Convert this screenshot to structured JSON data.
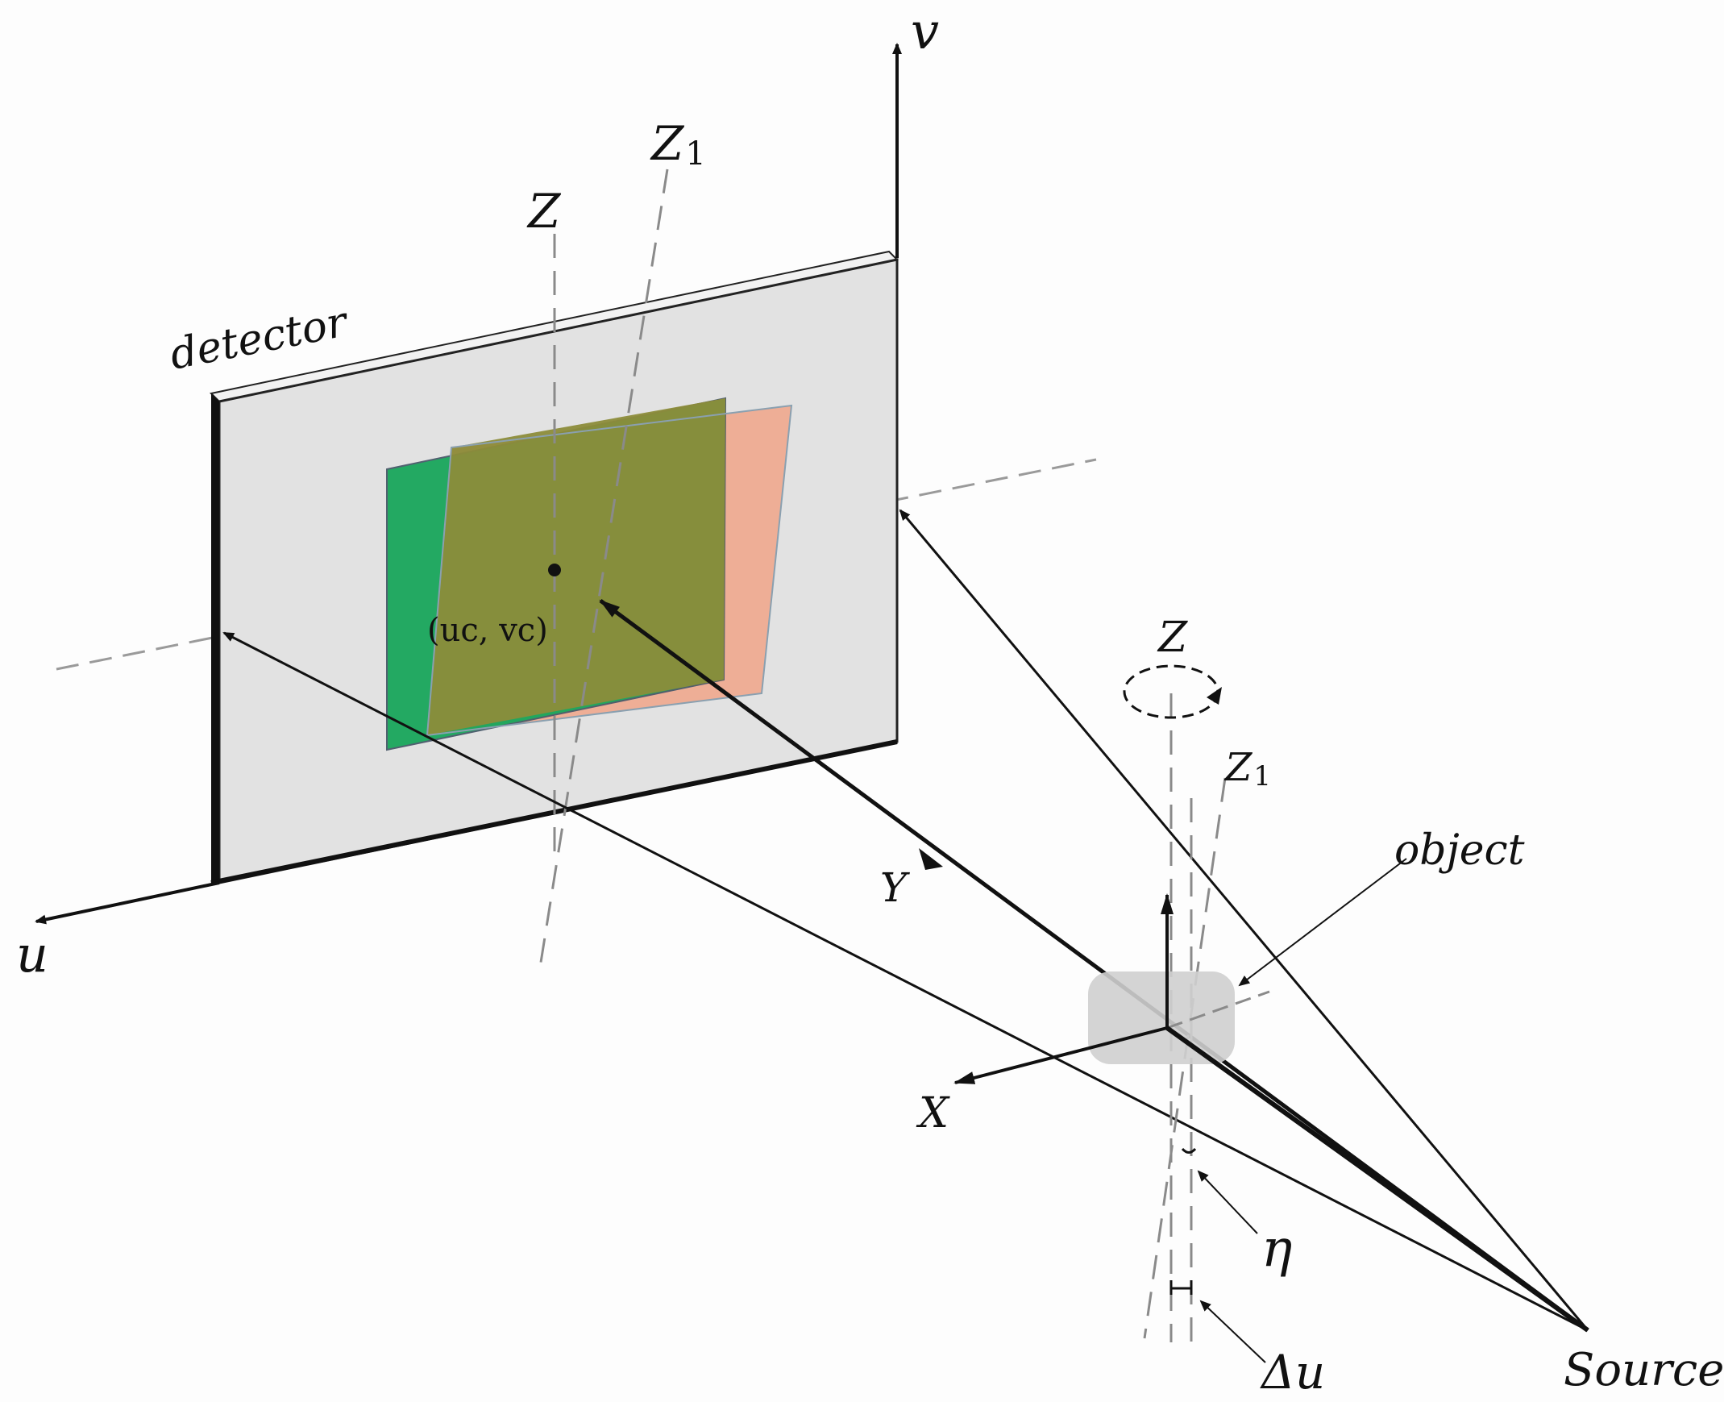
{
  "labels": {
    "v": "v",
    "u": "u",
    "z1_top": "Z",
    "z1_top_sub": "1",
    "z_top": "Z",
    "detector": "detector",
    "center_point": "(uc, vc)",
    "y_axis": "Y",
    "x_axis": "X",
    "z_rot": "Z",
    "z1_right": "Z",
    "z1_right_sub": "1",
    "object": "object",
    "eta": "η",
    "delta_u": "Δu",
    "source": "Source"
  },
  "colors": {
    "detector_face": "#e2e2e2",
    "detector_edge": "#1a1a1a",
    "projection_green": "#19a65c",
    "projection_salmon": "#f0a98e",
    "projection_overlap": "#8c8c3a",
    "object": "#cfcfcf",
    "dashed_line": "#9a9a9a",
    "ray": "#111111"
  }
}
